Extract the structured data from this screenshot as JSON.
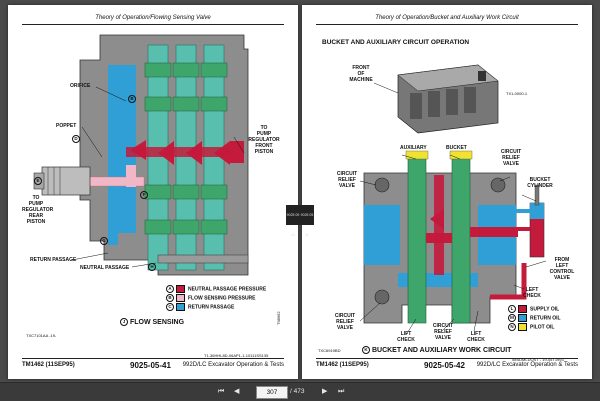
{
  "left_page": {
    "header": "Theory of Operation/Flowing Sensing Valve",
    "labels": {
      "orifice": "ORIFICE",
      "poppet": "POPPET",
      "to_pump_front": [
        "TO",
        "PUMP",
        "REGULATOR",
        "FRONT",
        "PISTON"
      ],
      "to_pump_rear": [
        "TO",
        "PUMP",
        "REGULATOR",
        "REAR",
        "PISTON"
      ],
      "return_passage": "RETURN PASSAGE",
      "neutral_passage": "NEUTRAL PASSAGE"
    },
    "callouts": [
      "A",
      "B",
      "C",
      "D",
      "E",
      "F",
      "G",
      "H",
      "I"
    ],
    "legend": [
      {
        "marker": "A",
        "text": "NEUTRAL PASSAGE PRESSURE",
        "color": "#c41a3c"
      },
      {
        "marker": "B",
        "text": "FLOW SENSING PRESSURE",
        "color": "#f2b7c6"
      },
      {
        "marker": "C",
        "text": "RETURN PASSAGE",
        "color": "#2f9fd6"
      }
    ],
    "caption_marker": "J",
    "caption": "FLOW SENSING",
    "fig_id": "TXC7101AA",
    "fig_marker": "-19-",
    "side_code": "T98962",
    "footer_left": "TM1462 (11SEP95)",
    "footer_center": "9025-05-41",
    "footer_right": "992D/LC Excavator Operation & Tests",
    "footer_code": "T1-36HHL8D-06AP1-1-10111SS135"
  },
  "right_page": {
    "header": "Theory of Operation/Bucket and Auxiliary Work Circuit",
    "section_title": "BUCKET AND AUXILIARY CIRCUIT OPERATION",
    "labels": {
      "front_of_machine": [
        "FRONT",
        "OF",
        "MACHINE"
      ],
      "auxiliary": "AUXILIARY",
      "bucket": "BUCKET",
      "crv_left_top": [
        "CIRCUIT",
        "RELIEF",
        "VALVE"
      ],
      "crv_right_top": [
        "CIRCUIT",
        "RELIEF",
        "VALVE"
      ],
      "bucket_cylinder": [
        "BUCKET",
        "CYLINDER"
      ],
      "from_left_control_valve": [
        "FROM",
        "LEFT",
        "CONTROL",
        "VALVE"
      ],
      "left_check": [
        "LEFT",
        "CHECK"
      ],
      "crv_bottom_left": [
        "CIRCUIT",
        "RELIEF",
        "VALVE"
      ],
      "lift_check": [
        "LIFT",
        "CHECK"
      ],
      "crv_bottom_mid": [
        "CIRCUIT",
        "RELIEF",
        "VALVE"
      ],
      "lift_check_2": [
        "LIFT",
        "CHECK"
      ]
    },
    "legend": [
      {
        "marker": "L",
        "text": "SUPPLY OIL",
        "color": "#c41a3c"
      },
      {
        "marker": "M",
        "text": "RETURN OIL",
        "color": "#2f9fd6"
      },
      {
        "marker": "N",
        "text": "PILOT OIL",
        "color": "#f2e230"
      }
    ],
    "caption_marker": "K",
    "caption": "BUCKET AND AUXILIARY WORK CIRCUIT",
    "fig_id": "TXC6919BD",
    "fig_id_top": "TX1-0000-1",
    "footer_left": "TM1462 (11SEP95)",
    "footer_center": "9025-05-42",
    "footer_right": "992D/LC Excavator Operation & Tests",
    "footer_code": "08SDMLDOST - 19-05T1993"
  },
  "spine_tabs": [
    "9025\n05\n41",
    "9025\n05\n42"
  ],
  "viewer": {
    "current_page": "307",
    "total_pages": "/ 473",
    "nav_first": "⏮",
    "nav_prev": "◀",
    "nav_next": "▶",
    "nav_last": "⏭"
  },
  "colors": {
    "green": "#3ea66b",
    "teal": "#58bfae",
    "blue": "#2f9fd6",
    "red": "#c41a3c",
    "pink": "#f2b7c6",
    "yellow": "#f2e230",
    "gray": "#8d8d8d"
  }
}
